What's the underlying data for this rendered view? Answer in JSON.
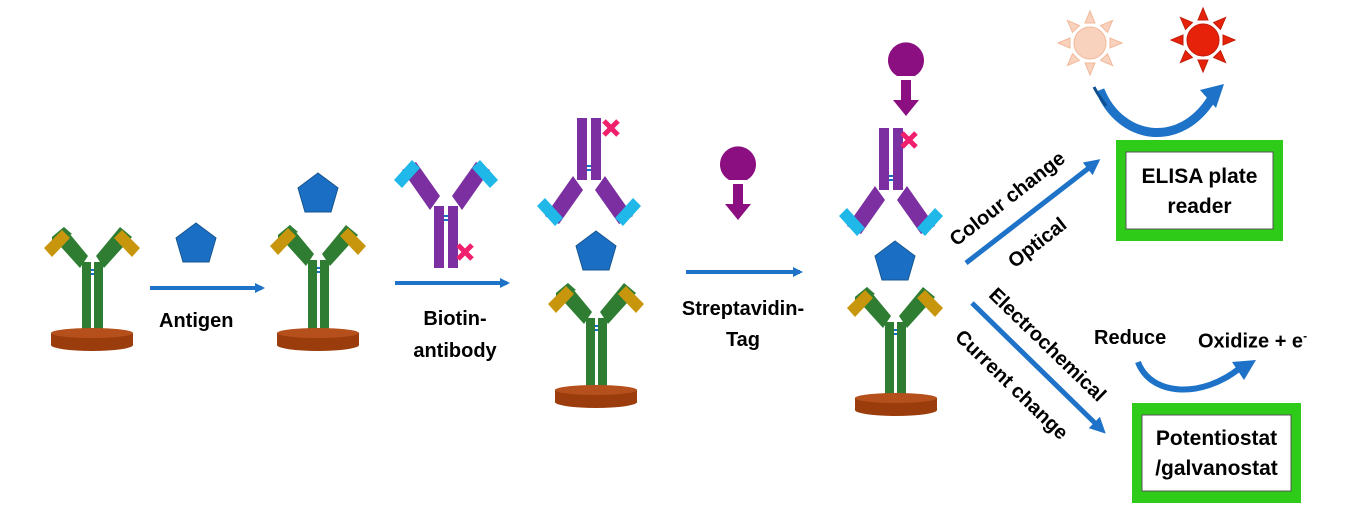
{
  "steps": {
    "antigen": "Antigen",
    "biotin_line1": "Biotin-",
    "biotin_line2": "antibody",
    "strep_line1": "Streptavidin-",
    "strep_line2": "Tag"
  },
  "branches": {
    "colour_change": "Colour change",
    "optical": "Optical",
    "electrochemical": "Electrochemical",
    "current_change": "Current change"
  },
  "outputs": {
    "elisa_line1": "ELISA plate",
    "elisa_line2": "reader",
    "potentiostat_line1": "Potentiostat",
    "potentiostat_line2": "/galvanostat"
  },
  "redox": {
    "reduce": "Reduce",
    "oxidize": "Oxidize + e",
    "electron_sup": "-"
  },
  "colors": {
    "antibody_green": "#2e7d32",
    "antibody_gold": "#c8960c",
    "biotin_antibody_purple": "#7b2fa0",
    "biotin_antibody_cyan": "#1fb8e8",
    "antigen_blue": "#1a6fc4",
    "base_brown": "#9a3c0b",
    "biotin_mark_pink": "#f0206e",
    "streptavidin_magenta": "#8b0f80",
    "arrow_blue": "#1e73c8",
    "box_green": "#2ecc18"
  }
}
